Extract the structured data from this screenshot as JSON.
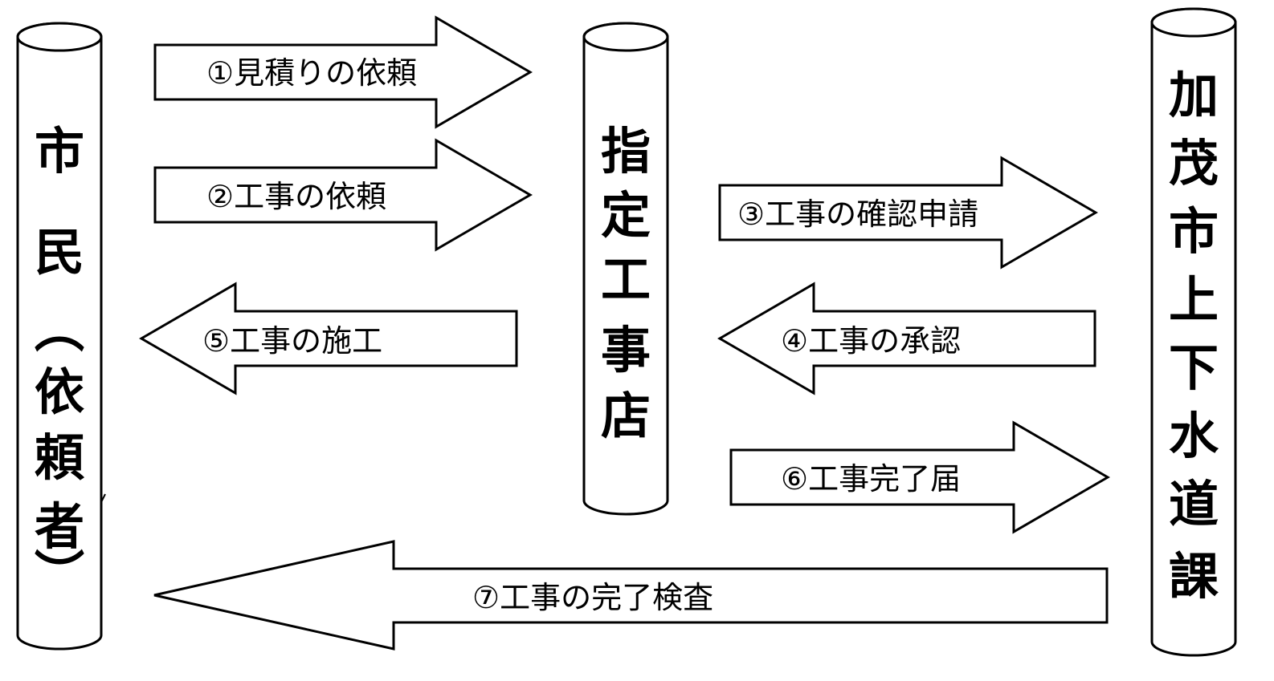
{
  "pillars": {
    "citizen": [
      "市",
      "民",
      "︵",
      "依",
      "頼",
      "者",
      "︶"
    ],
    "contractor": [
      "指",
      "定",
      "工",
      "事",
      "店"
    ],
    "city": [
      "加",
      "茂",
      "市",
      "上",
      "下",
      "水",
      "道",
      "課"
    ]
  },
  "arrows": {
    "a1": "①見積りの依頼",
    "a2": "②工事の依頼",
    "a3": "③工事の確認申請",
    "a4": "④工事の承認",
    "a5": "⑤工事の施工",
    "a6": "⑥工事完了届",
    "a7": "⑦工事の完了検査"
  }
}
